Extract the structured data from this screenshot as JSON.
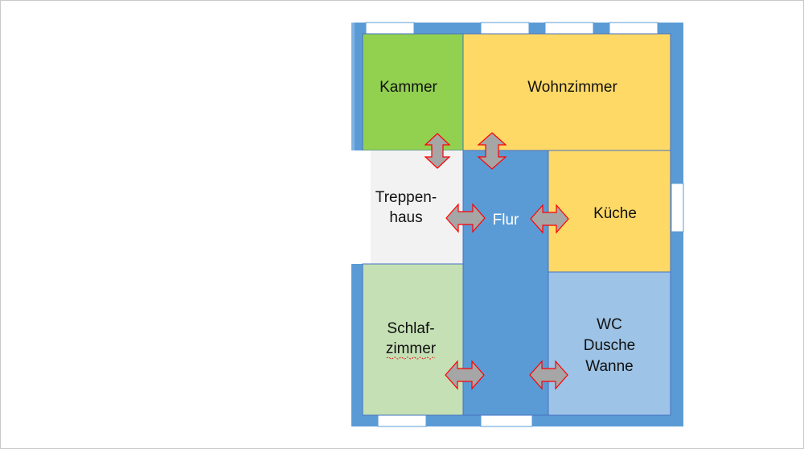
{
  "rooms": {
    "kammer": "Kammer",
    "wohnzimmer": "Wohnzimmer",
    "treppenhaus_line1": "Treppen-",
    "treppenhaus_line2": "haus",
    "flur": "Flur",
    "kueche": "Küche",
    "schlafzimmer_line1": "Schlaf-",
    "schlafzimmer_line2": "zimmer",
    "wc_line1": "WC",
    "wc_line2": "Dusche",
    "wc_line3": "Wanne"
  },
  "colors": {
    "wall": "#5b9bd5",
    "flur": "#5b9bd5",
    "kammer": "#92d050",
    "wohnzimmer": "#ffd966",
    "kueche": "#ffd966",
    "treppenhaus": "#f2f2f2",
    "schlafzimmer": "#c5e0b4",
    "wc": "#9dc3e6",
    "door_arrow_fill": "#a6a6a6",
    "door_arrow_stroke": "#ff0000",
    "window": "#ffffff"
  },
  "icons": [
    "double-arrow-vertical-icon",
    "double-arrow-horizontal-icon"
  ]
}
